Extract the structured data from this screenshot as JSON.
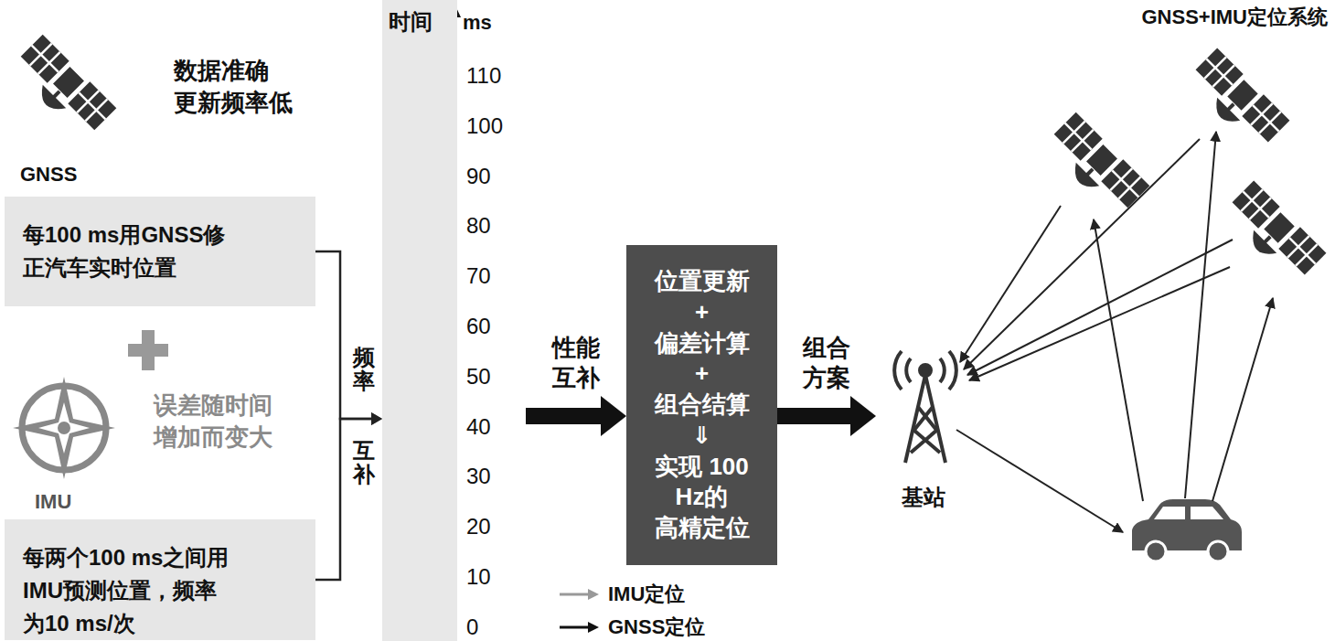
{
  "diagram": {
    "title": "GNSS+IMU定位系统",
    "nodes": [
      {
        "text": [
          "每100 ms用GNSS修 正汽车实时位置"
        ]
      },
      {
        "text": [
          "每两个100 ms之间用 IMU预测位置，频率 为10 ms/次"
        ]
      },
      {
        "text": [
          "时间",
          "ms"
        ]
      },
      {
        "text": [
          "位置更新",
          "+",
          "偏差计算",
          "+",
          "组合结算",
          "⇓",
          "实现 100 Hz的 高精定位"
        ]
      },
      {
        "text": [
          "基站"
        ]
      }
    ],
    "edges": [
      {
        "from": 0,
        "to": 2,
        "arrow": "to"
      },
      {
        "from": 1,
        "to": 2,
        "arrow": "to"
      },
      {
        "from": 2,
        "to": 3,
        "arrow": "to",
        "label": "性能 互补"
      },
      {
        "from": 3,
        "to": 4,
        "arrow": "to",
        "label": "组合 方案"
      }
    ],
    "labels": [
      "数据准确 更新频率低",
      "GNSS",
      "误差随时间 增加而变大",
      "IMU",
      "频率",
      "互补",
      "110",
      "100",
      "90",
      "80",
      "70",
      "60",
      "50",
      "40",
      "30",
      "20",
      "10",
      "0"
    ],
    "legend": [
      {
        "text": "IMU定位"
      },
      {
        "text": "GNSS定位"
      }
    ]
  }
}
